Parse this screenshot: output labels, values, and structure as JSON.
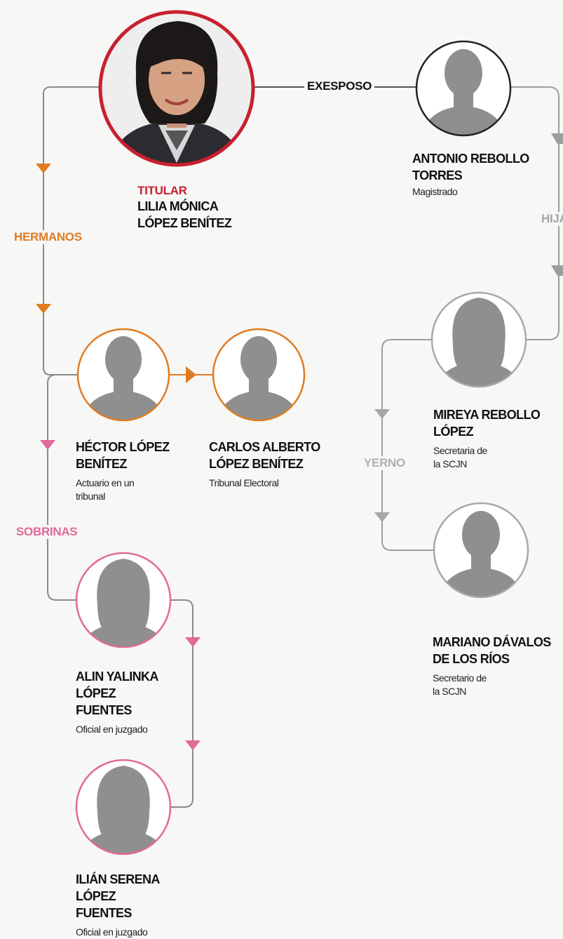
{
  "colors": {
    "titular": "#c8202d",
    "hermanos": "#e07b22",
    "sobrinas": "#e06a98",
    "family_right": "#9d9d9d",
    "line_dark": "#7a7a7a"
  },
  "relations": {
    "exesposo": "EXESPOSO",
    "hermanos": "HERMANOS",
    "sobrinas": "SOBRINAS",
    "hija": "HIJA",
    "yerno": "YERNO"
  },
  "people": {
    "titular": {
      "role": "TITULAR",
      "name": "LILIA MÓNICA LÓPEZ BENÍTEZ",
      "photo": "woman-portrait"
    },
    "antonio": {
      "name": "ANTONIO REBOLLO TORRES",
      "desc": "Magistrado",
      "icon": "male-silhouette-icon"
    },
    "hector": {
      "name": "HÉCTOR LÓPEZ BENÍTEZ",
      "desc": "Actuario en un tribunal",
      "icon": "male-silhouette-icon"
    },
    "carlos": {
      "name": "CARLOS ALBERTO LÓPEZ BENÍTEZ",
      "desc": "Tribunal Electoral",
      "icon": "male-silhouette-icon"
    },
    "mireya": {
      "name": "MIREYA REBOLLO LÓPEZ",
      "desc": "Secretaria de la SCJN",
      "icon": "female-silhouette-icon"
    },
    "mariano": {
      "name": "MARIANO DÁVALOS DE LOS RÍOS",
      "desc": "Secretario de la SCJN",
      "icon": "male-silhouette-icon"
    },
    "alin": {
      "name": "ALIN YALINKA LÓPEZ FUENTES",
      "desc": "Oficial en juzgado",
      "icon": "female-silhouette-icon"
    },
    "ilian": {
      "name": "ILIÁN SERENA LÓPEZ FUENTES",
      "desc": "Oficial en juzgado",
      "icon": "female-silhouette-icon"
    }
  }
}
